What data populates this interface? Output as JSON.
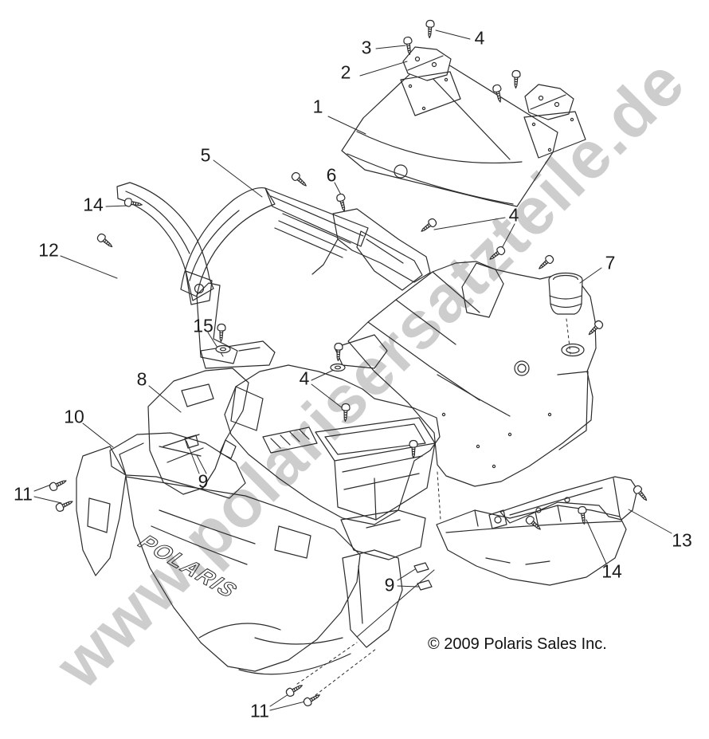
{
  "image": {
    "type": "exploded-parts-diagram",
    "subject": "Polaris hood and front body assembly"
  },
  "watermark": {
    "text": "www.polarisersatzteile.de",
    "color": "#cdcdcd"
  },
  "artwork": {
    "brand_logo": "POLARIS",
    "line_color": "#2b2b2b"
  },
  "footer": {
    "copyright": "© 2009 Polaris Sales Inc."
  },
  "callouts": [
    {
      "label": "1"
    },
    {
      "label": "2"
    },
    {
      "label": "3"
    },
    {
      "label": "4"
    },
    {
      "label": "5"
    },
    {
      "label": "6"
    },
    {
      "label": "4"
    },
    {
      "label": "7"
    },
    {
      "label": "12"
    },
    {
      "label": "14"
    },
    {
      "label": "15"
    },
    {
      "label": "8"
    },
    {
      "label": "4"
    },
    {
      "label": "9"
    },
    {
      "label": "10"
    },
    {
      "label": "11"
    },
    {
      "label": "13"
    },
    {
      "label": "14"
    },
    {
      "label": "9"
    },
    {
      "label": "11"
    }
  ]
}
